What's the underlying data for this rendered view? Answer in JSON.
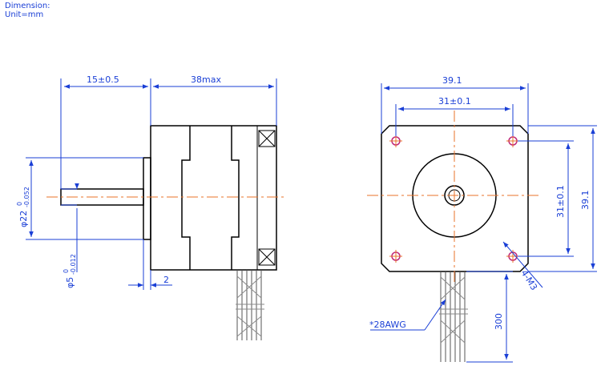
{
  "header": {
    "line1": "Dimension:",
    "line2": "Unit=mm"
  },
  "side_view": {
    "shaft_length": "15±0.5",
    "body_length": "38max",
    "boss_thickness": "2",
    "boss_diameter": "φ22",
    "boss_diameter_tol_upper": "0",
    "boss_diameter_tol_lower": "-0.052",
    "shaft_diameter": "φ5",
    "shaft_diameter_tol_upper": "0",
    "shaft_diameter_tol_lower": "-0.012"
  },
  "front_view": {
    "width": "39.1",
    "hole_spacing_h": "31±0.1",
    "hole_spacing_v": "31±0.1",
    "height": "39.1",
    "holes": "4-M3",
    "wire_gauge": "*28AWG",
    "lead_length": "300"
  },
  "colors": {
    "outline": "#000000",
    "dimension": "#1a3fd6",
    "centerline": "#e8732a",
    "hole": "#c0287a"
  }
}
